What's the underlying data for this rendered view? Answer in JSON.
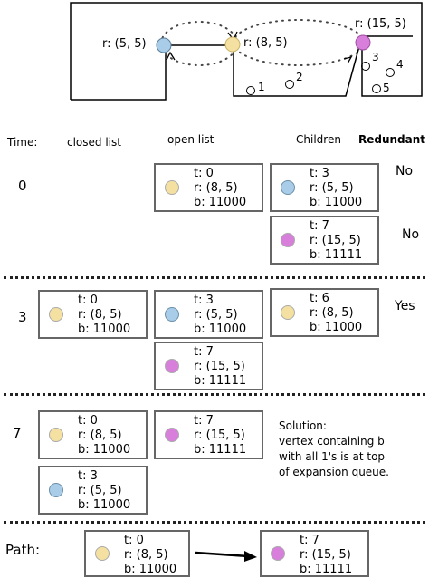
{
  "map": {
    "labels": {
      "start": "r: (5, 5)",
      "mid": "r: (8, 5)",
      "goal": "r: (15, 5)",
      "n1": "1",
      "n2": "2",
      "n3": "3",
      "n4": "4",
      "n5": "5"
    },
    "colors": {
      "blue": "#a9cde8",
      "yellow": "#f4e0a0",
      "magenta": "#d77fdb"
    }
  },
  "headers": {
    "time": "Time:",
    "closed": "closed list",
    "open": "open list",
    "children": "Children",
    "redundant": "Redundant"
  },
  "rows": [
    {
      "time": "0",
      "redundant": [
        "No",
        "No"
      ]
    },
    {
      "time": "3",
      "redundant": [
        "Yes"
      ]
    },
    {
      "time": "7",
      "solution": "Solution:\nvertex containing b\nwith all 1's is at top\nof expansion queue."
    }
  ],
  "cards": {
    "r0_open": {
      "t": "t: 0",
      "r": "r: (8, 5)",
      "b": "b: 11000"
    },
    "r0_child1": {
      "t": "t: 3",
      "r": "r: (5, 5)",
      "b": "b: 11000"
    },
    "r0_child2": {
      "t": "t: 7",
      "r": "r: (15, 5)",
      "b": "b: 11111"
    },
    "r1_closed": {
      "t": "t: 0",
      "r": "r: (8, 5)",
      "b": "b: 11000"
    },
    "r1_open1": {
      "t": "t: 3",
      "r": "r: (5, 5)",
      "b": "b: 11000"
    },
    "r1_open2": {
      "t": "t: 7",
      "r": "r: (15, 5)",
      "b": "b: 11111"
    },
    "r1_child": {
      "t": "t: 6",
      "r": "r: (8, 5)",
      "b": "b: 11000"
    },
    "r2_closed1": {
      "t": "t: 0",
      "r": "r: (8, 5)",
      "b": "b: 11000"
    },
    "r2_open": {
      "t": "t: 7",
      "r": "r: (15, 5)",
      "b": "b: 11111"
    },
    "r2_closed2": {
      "t": "t: 3",
      "r": "r: (5, 5)",
      "b": "b: 11000"
    },
    "path1": {
      "t": "t: 0",
      "r": "r: (8, 5)",
      "b": "b: 11000"
    },
    "path2": {
      "t": "t: 7",
      "r": "r: (15, 5)",
      "b": "b: 11111"
    }
  },
  "path": {
    "label": "Path:"
  }
}
